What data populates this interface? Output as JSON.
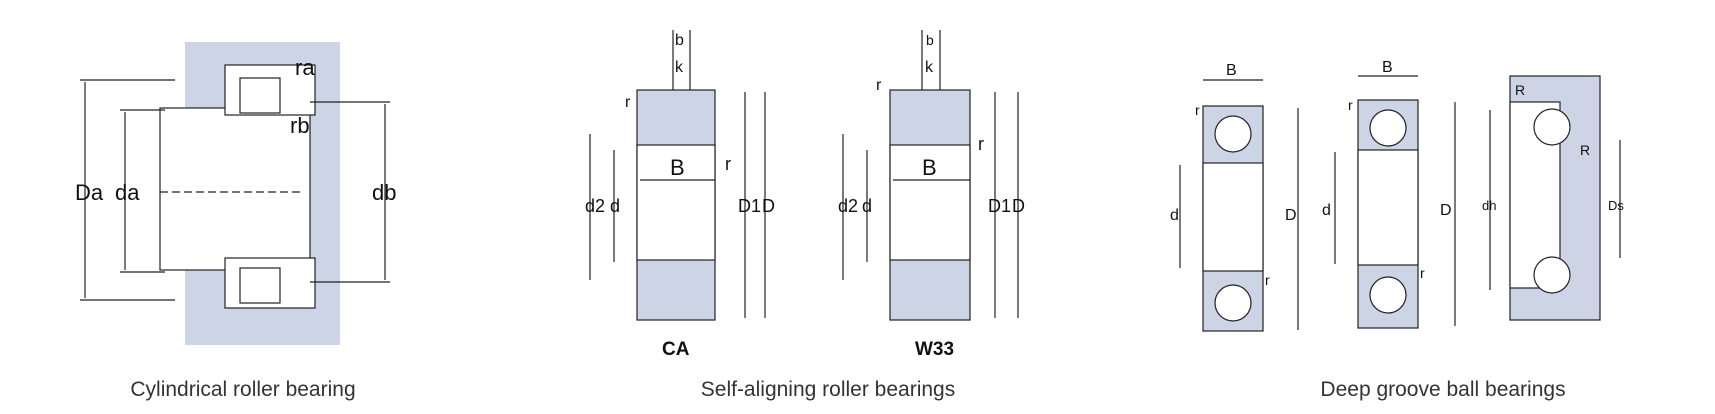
{
  "captions": {
    "cylindrical": "Cylindrical roller bearing",
    "self_aligning": "Self-aligning roller bearings",
    "deep_groove": "Deep groove ball bearings"
  },
  "variants": {
    "ca": "CA",
    "w33": "W33"
  },
  "labels": {
    "cyl": {
      "Da": "Da",
      "da": "da",
      "db": "db",
      "ra": "ra",
      "rb": "rb"
    },
    "sa": {
      "b": "b",
      "k": "k",
      "r": "r",
      "B": "B",
      "d2": "d2",
      "d": "d",
      "D1": "D1",
      "D": "D"
    },
    "dg": {
      "B": "B",
      "d": "d",
      "D": "D",
      "r": "r",
      "R": "R",
      "dh": "dh",
      "Ds": "Ds"
    }
  },
  "colors": {
    "fill": "#cdd4e6",
    "line": "#222"
  }
}
